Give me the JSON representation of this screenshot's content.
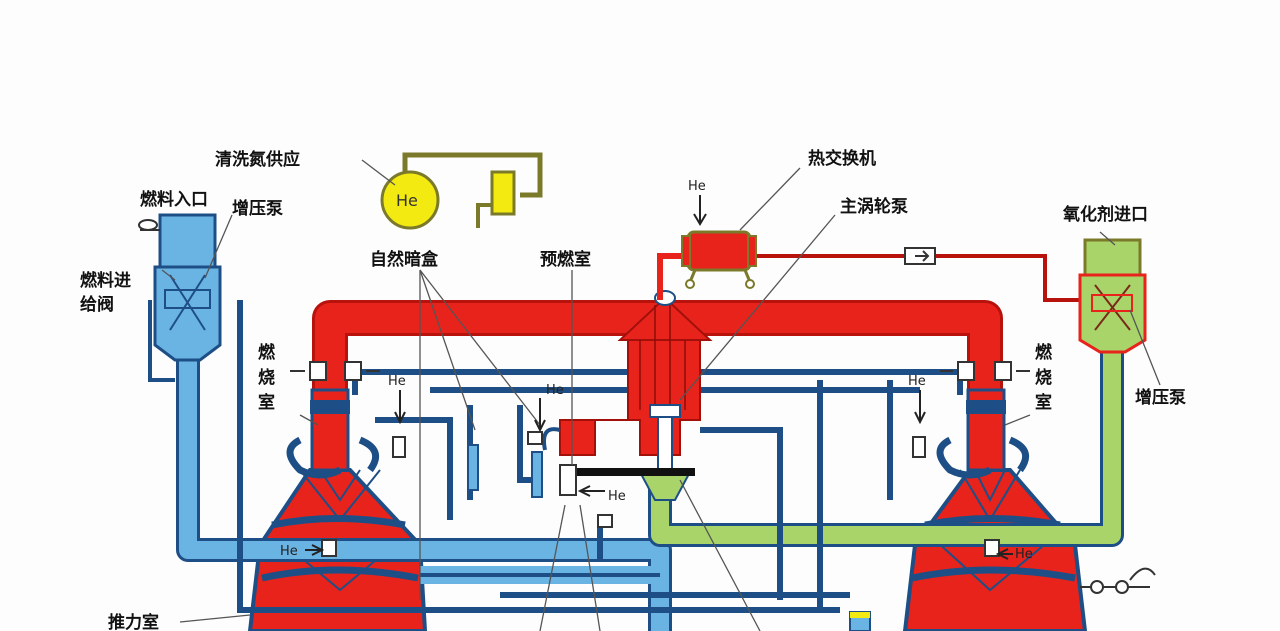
{
  "labels": {
    "purge_helium_supply": "清洗氮供应",
    "fuel_inlet": "燃料入口",
    "boost_pump_left": "增压泵",
    "fuel_feed_valve_line1": "燃料进",
    "fuel_feed_valve_line2": "给阀",
    "igniter": "自然暗盒",
    "preburner": "预燃室",
    "heat_exchanger": "热交换机",
    "main_turbopump": "主涡轮泵",
    "oxidizer_inlet": "氧化剂进口",
    "combustion_chamber_left": [
      "燃",
      "烧",
      "室"
    ],
    "combustion_chamber_right": [
      "燃",
      "烧",
      "室"
    ],
    "boost_pump_right": "增压泵",
    "thrust_chamber": "推力室"
  },
  "he_marks": {
    "tank": "He",
    "heat_exchanger": "He",
    "left": "He",
    "center": "He",
    "right": "He",
    "preburner": "He",
    "nozzle_left": "He",
    "nozzle_right": "He"
  },
  "colors": {
    "red": "#e8231c",
    "blue_dark": "#1d4f86",
    "blue_light": "#6ab4e4",
    "green": "#a9d46a",
    "olive": "#7a7a2a",
    "yellow": "#f3ea12"
  }
}
